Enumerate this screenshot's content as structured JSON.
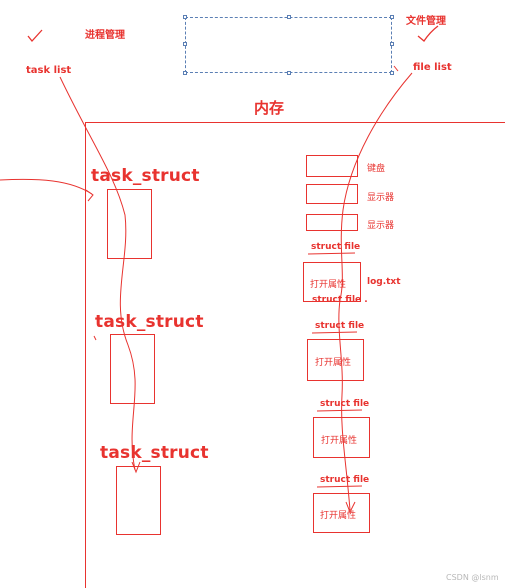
{
  "labels": {
    "process_mgmt": "进程管理",
    "file_mgmt": "文件管理",
    "task_list": "task list",
    "file_list": "file list",
    "memory": "内存",
    "task_struct": "task_struct",
    "keyboard": "键盘",
    "display1": "显示器",
    "display2": "显示器",
    "log_txt": "log.txt",
    "struct_file": "struct file",
    "struct_file_dot": "struct file .",
    "open_attr": "打开属性"
  },
  "watermark": "CSDN @lsnm",
  "colors": {
    "ink": "#e8332f",
    "selection": "#5b7fb4"
  }
}
